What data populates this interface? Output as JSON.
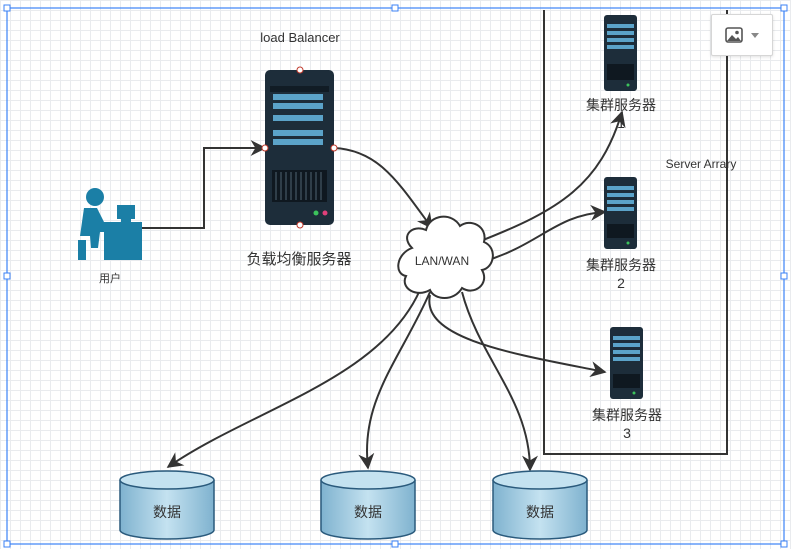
{
  "diagram": {
    "load_balancer_caption": "load Balancer",
    "load_balancer_label": "负载均衡服务器",
    "user_label": "用户",
    "network_label": "LAN/WAN",
    "server_array_label": "Server Arrary",
    "cluster_servers": [
      {
        "label": "集群服务器1"
      },
      {
        "label": "集群服务器2"
      },
      {
        "label": "集群服务器3"
      }
    ],
    "databases": [
      {
        "label": "数据"
      },
      {
        "label": "数据"
      },
      {
        "label": "数据"
      }
    ]
  },
  "toolbar": {
    "image_button_icon": "image-icon",
    "dropdown_icon": "chevron-down-icon"
  },
  "colors": {
    "server_body": "#1d2d3a",
    "server_stripe": "#5ba3c9",
    "db_fill": "#a9cde0",
    "db_stroke": "#2a5a7c",
    "user_icon": "#1b7fa6",
    "selection": "#3b82f6",
    "line": "#333333"
  }
}
